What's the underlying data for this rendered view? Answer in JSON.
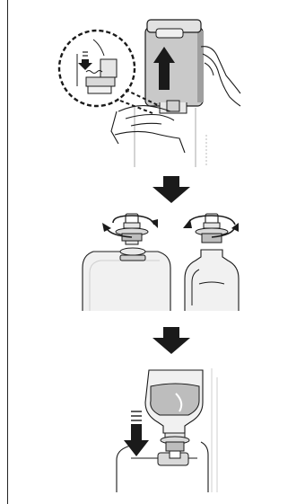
{
  "diagram": {
    "panels": [
      {
        "id": "step-1",
        "icons": [
          "hand-icon",
          "up-arrow-icon",
          "zoom-circle-icon",
          "down-arrow-icon"
        ]
      },
      {
        "id": "step-2",
        "icons": [
          "rotate-arrow-icon",
          "bottle-cap-icon"
        ]
      },
      {
        "id": "step-3",
        "icons": [
          "down-arrow-icon",
          "bottle-icon"
        ]
      }
    ],
    "colors": {
      "ink": "#1a1a1a",
      "tank_fill": "#c9c9c9",
      "tank_shadow": "#9f9f9f",
      "light_fill": "#f1f1f1",
      "mid_fill": "#d9d9d9",
      "arrow": "#1a1a1a"
    }
  }
}
